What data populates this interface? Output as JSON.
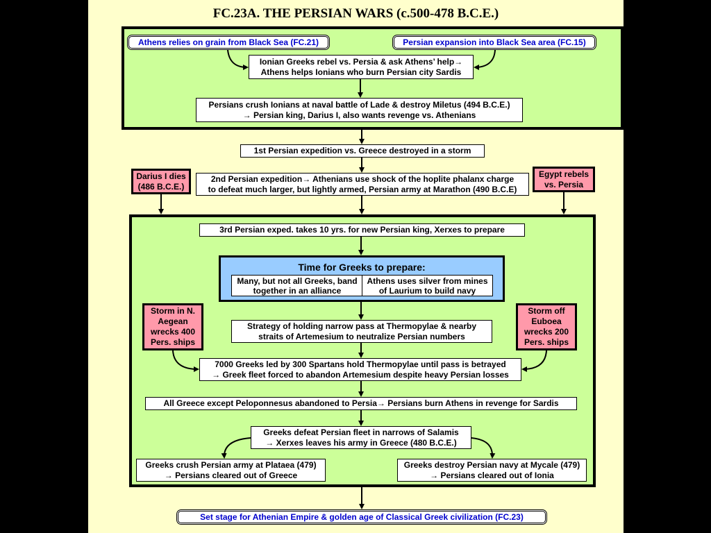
{
  "title": "FC.23A. THE PERSIAN WARS (c.500-478 B.C.E.)",
  "colors": {
    "background": "#000000",
    "slide": "#FFFFCC",
    "panel_green": "#CCFF99",
    "pink_box": "#FF99AA",
    "blue_box": "#99CCFF",
    "link_text": "#0000CC"
  },
  "nodes": {
    "grain": "Athens relies on grain from Black Sea (FC.21)",
    "expansion": "Persian expansion into Black Sea area (FC.15)",
    "ionian_1": "Ionian Greeks rebel vs. Persia & ask Athens’ help→",
    "ionian_2": "Athens helps Ionians who burn Persian city Sardis",
    "lade_1": "Persians crush Ionians at naval battle of Lade & destroy Miletus (494 B.C.E.)",
    "lade_2": "→ Persian king,  Darius I, also wants revenge vs. Athenians",
    "first_exp": "1st Persian expedition vs. Greece destroyed in a storm",
    "darius_dies": "Darius I dies (486 B.C.E.)",
    "second_1": "2nd Persian expedition→ Athenians use shock of the hoplite phalanx charge",
    "second_2": "to defeat much larger, but lightly armed, Persian army at Marathon (490 B.C.E)",
    "egypt": "Egypt rebels vs. Persia",
    "third": "3rd Persian exped. takes 10 yrs. for new Persian king, Xerxes to prepare",
    "prep_title": "Time for Greeks to prepare:",
    "prep_left_1": "Many, but not all Greeks, band",
    "prep_left_2": "together in an alliance",
    "prep_right_1": "Athens uses silver from mines",
    "prep_right_2": "of Laurium to build navy",
    "storm_aegean": "Storm in N. Aegean wrecks 400 Pers. ships",
    "storm_euboea": "Storm off Euboea wrecks 200 Pers. ships",
    "strategy_1": "Strategy of holding narrow pass at Thermopylae & nearby",
    "strategy_2": "straits of Artemesium to neutralize Persian numbers",
    "thermo_1": "7000 Greeks led by 300 Spartans hold Thermopylae until pass is betrayed",
    "thermo_2": "→ Greek fleet forced to abandon Artemesium despite heavy Persian losses",
    "abandoned": "All Greece except Peloponnesus abandoned to Persia→ Persians burn Athens in revenge for Sardis",
    "salamis_1": "Greeks defeat Persian fleet in narrows of Salamis",
    "salamis_2": "→ Xerxes leaves his army in Greece (480 B.C.E.)",
    "plataea_1": "Greeks crush Persian army at Plataea (479)",
    "plataea_2": "→ Persians cleared out of Greece",
    "mycale_1": "Greeks destroy Persian navy at Mycale (479)",
    "mycale_2": "→ Persians cleared out of Ionia",
    "final": "Set stage for Athenian Empire & golden age of Classical Greek civilization (FC.23)"
  }
}
